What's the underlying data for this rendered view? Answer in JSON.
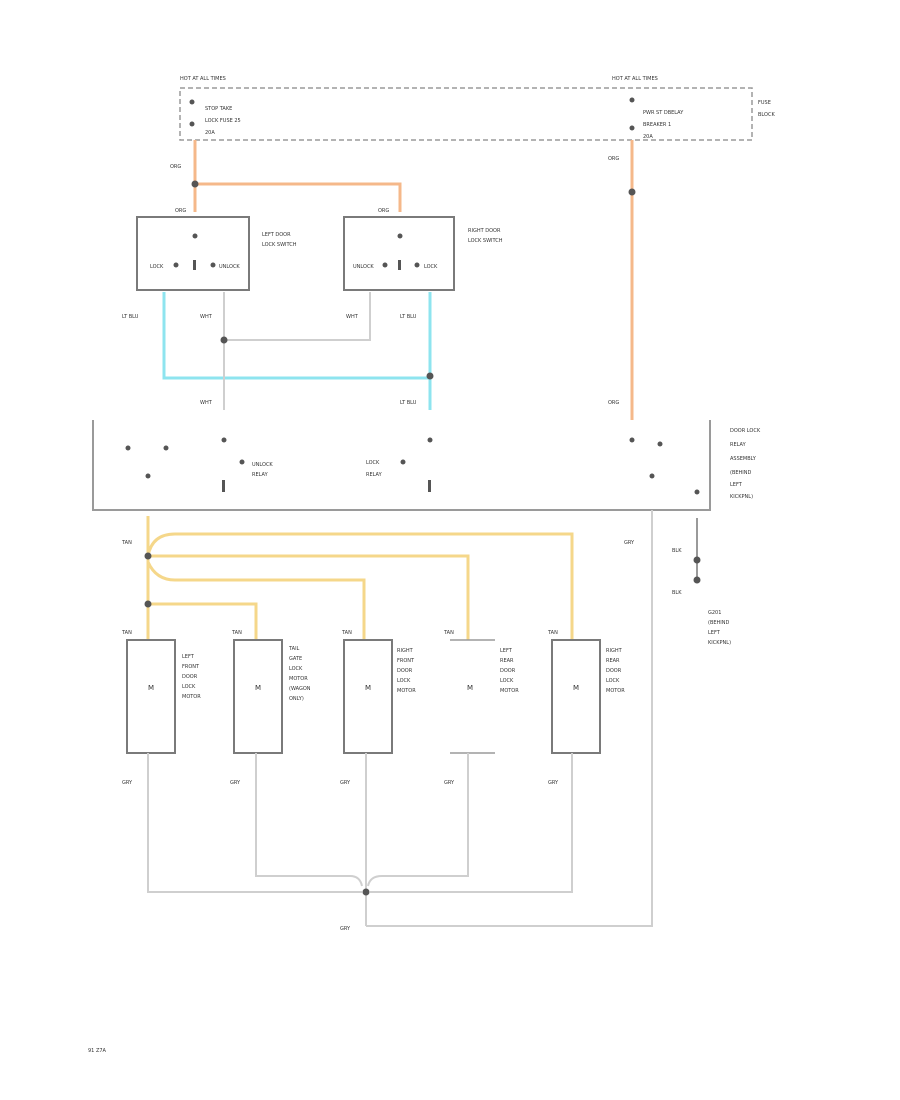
{
  "colors": {
    "orange": "#f5b88a",
    "blue": "#8ee4ef",
    "yellow": "#f5d78a",
    "gray": "#cfcfcf",
    "outline": "#7a7a7a"
  },
  "fuse_block": {
    "hot_left": "HOT AT ALL TIMES",
    "hot_right": "HOT AT ALL TIMES",
    "left_fuse": [
      "STOP TAKE",
      "LOCK FUSE 25",
      "20A"
    ],
    "right_fuse": [
      "PWR ST DBELAY",
      "BREAKER 1",
      "20A"
    ],
    "label": [
      "FUSE",
      "BLOCK"
    ]
  },
  "wires": {
    "org": "ORG",
    "lt_blu": "LT BLU",
    "wht": "WHT",
    "tan": "TAN",
    "gry": "GRY",
    "blk": "BLK"
  },
  "left_switch": {
    "title": [
      "LEFT DOOR",
      "LOCK SWITCH"
    ],
    "lock": "LOCK",
    "unlock": "UNLOCK"
  },
  "right_switch": {
    "title": [
      "RIGHT DOOR",
      "LOCK SWITCH"
    ],
    "lock": "LOCK",
    "unlock": "UNLOCK"
  },
  "relay_assembly": {
    "title": [
      "DOOR LOCK",
      "RELAY",
      "ASSEMBLY",
      "(BEHIND",
      "LEFT",
      "KICKPNL)"
    ],
    "unlock_relay": [
      "UNLOCK",
      "RELAY"
    ],
    "lock_relay": [
      "LOCK",
      "RELAY"
    ]
  },
  "ground": [
    "G201",
    "(BEHIND",
    "LEFT",
    "KICKPNL)"
  ],
  "motors": [
    {
      "label": [
        "LEFT",
        "FRONT",
        "DOOR",
        "LOCK",
        "MOTOR"
      ],
      "symbol": "M"
    },
    {
      "label": [
        "TAIL",
        "GATE",
        "LOCK",
        "MOTOR",
        "(WAGON",
        "ONLY)"
      ],
      "symbol": "M"
    },
    {
      "label": [
        "RIGHT",
        "FRONT",
        "DOOR",
        "LOCK",
        "MOTOR"
      ],
      "symbol": "M"
    },
    {
      "label": [
        "LEFT",
        "REAR",
        "DOOR",
        "LOCK",
        "MOTOR"
      ],
      "symbol": "M"
    },
    {
      "label": [
        "RIGHT",
        "REAR",
        "DOOR",
        "LOCK",
        "MOTOR"
      ],
      "symbol": "M"
    }
  ],
  "footer_code": "91 Z7A"
}
